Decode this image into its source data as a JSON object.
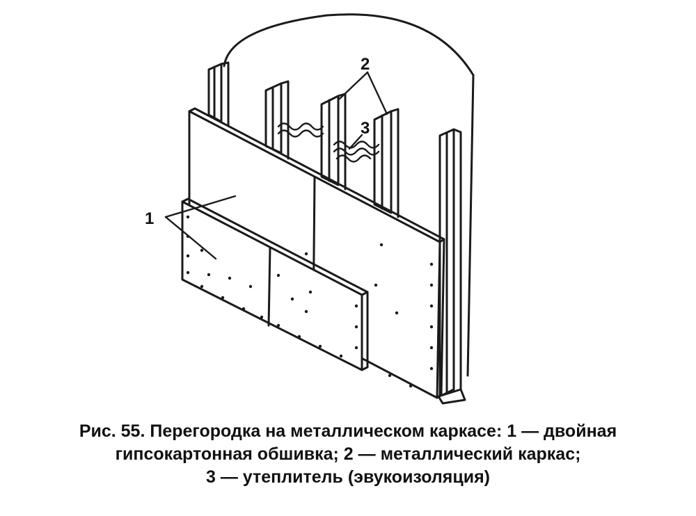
{
  "figure": {
    "callouts": {
      "sheathing": "1",
      "frame": "2",
      "insulation": "3"
    },
    "caption": {
      "line1": "Рис. 55. Перегородка на металлическом каркасе: 1 — двойная",
      "line2": "гипсокартонная обшивка; 2 — металлический каркас;",
      "line3": "3 — утеплитель (эвукоизоляция)"
    }
  }
}
